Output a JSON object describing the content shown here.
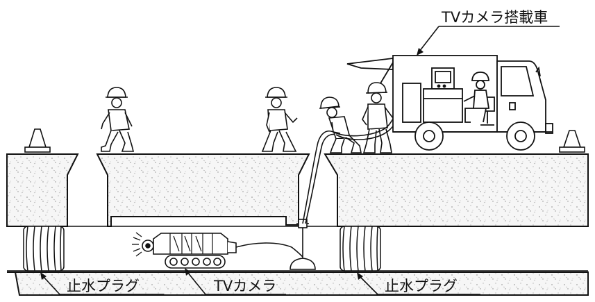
{
  "labels": {
    "vehicle": "TVカメラ搭載車",
    "plug_left": "止水プラグ",
    "camera": "TVカメラ",
    "plug_right": "止水プラグ"
  },
  "colors": {
    "ink": "#111111",
    "soil_fill": "#f4f4f4",
    "speckle": "#9a9a9a",
    "background": "#ffffff"
  }
}
